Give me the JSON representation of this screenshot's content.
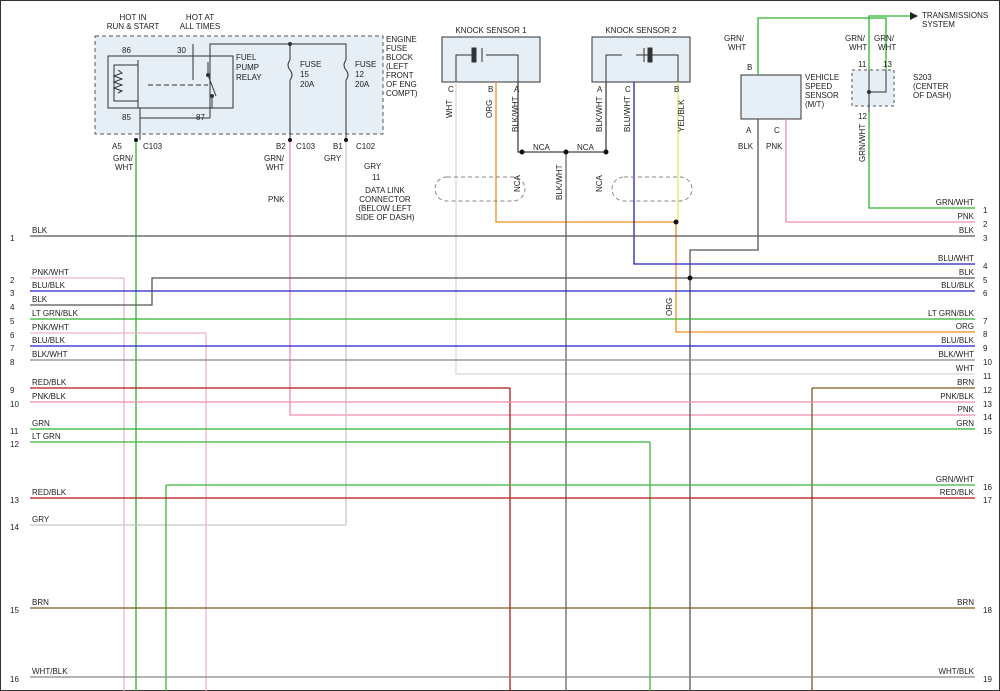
{
  "colors": {
    "black": "#444444",
    "blue": "#2020c8",
    "green": "#2db52d",
    "pink": "#f08cb4",
    "lightpink": "#f4b4c8",
    "red": "#b01818",
    "gray": "#9a9a9a",
    "white": "#c8c8c8",
    "brown": "#7a5a1e",
    "orange": "#f08c1e",
    "yellow": "#e6e65a",
    "gn_wh": "#3cb43c",
    "darkgray": "#666666",
    "fuse_box": "#e6eef6"
  },
  "top": {
    "hot_in_run_start": [
      "HOT IN",
      "RUN & START"
    ],
    "hot_at_all_times": [
      "HOT AT",
      "ALL TIMES"
    ],
    "pin_86": "86",
    "pin_30": "30",
    "pin_85": "85",
    "pin_87": "87",
    "fuel_pump_relay": [
      "FUEL",
      "PUMP",
      "RELAY"
    ],
    "fuse15": [
      "FUSE",
      "15",
      "20A"
    ],
    "fuse12": [
      "FUSE",
      "12",
      "20A"
    ],
    "engine_fuse_block": [
      "ENGINE",
      "FUSE",
      "BLOCK",
      "(LEFT",
      "FRONT",
      "OF ENG",
      "COMPT)"
    ],
    "a5": "A5",
    "c103_a": "C103",
    "b2": "B2",
    "c103_b": "C103",
    "b1": "B1",
    "c102": "C102",
    "grn_wht_a": [
      "GRN/",
      "WHT"
    ],
    "grn_wht_b": [
      "GRN/",
      "WHT"
    ],
    "gry": "GRY",
    "gry2": "GRY",
    "eleven": "11",
    "pnk": "PNK",
    "dlc": [
      "DATA LINK",
      "CONNECTOR",
      "(BELOW LEFT",
      "SIDE OF DASH)"
    ],
    "knock1": "KNOCK SENSOR 1",
    "knock2": "KNOCK SENSOR 2",
    "ks1_pins": [
      "C",
      "B",
      "A"
    ],
    "ks1_wires": [
      "WHT",
      "ORG",
      "BLK/WHT"
    ],
    "ks2_pins": [
      "A",
      "C",
      "B"
    ],
    "ks2_wires": [
      "BLK/WHT",
      "BLU/WHT",
      "YEL/BLK"
    ],
    "nca": "NCA",
    "nca2": "NCA",
    "nca_v1": "NCA",
    "nca_v2": "NCA",
    "blk_wht_v": "BLK/WHT",
    "org_v": "ORG",
    "grn_wht_c": [
      "GRN/",
      "WHT"
    ],
    "b_pin": "B",
    "vss": [
      "VEHICLE",
      "SPEED",
      "SENSOR",
      "(M/T)"
    ],
    "vss_a": "A",
    "vss_c": "C",
    "vss_blk": "BLK",
    "vss_pnk": "PNK",
    "grn_wht_d": [
      "GRN/",
      "WHT"
    ],
    "grn_wht_e": [
      "GRN/",
      "WHT"
    ],
    "s203_11": "11",
    "s203_13": "13",
    "s203_12": "12",
    "s203": [
      "S203",
      "(CENTER",
      "OF DASH)"
    ],
    "grn_wht_v": "GRN/WHT",
    "trans": [
      "TRANSMISSIONS",
      "SYSTEM"
    ]
  },
  "left_rows": [
    {
      "n": "1",
      "label": "BLK"
    },
    {
      "n": "2",
      "label": "PNK/WHT"
    },
    {
      "n": "3",
      "label": "BLU/BLK"
    },
    {
      "n": "4",
      "label": "BLK"
    },
    {
      "n": "5",
      "label": "LT GRN/BLK"
    },
    {
      "n": "6",
      "label": "PNK/WHT"
    },
    {
      "n": "7",
      "label": "BLU/BLK"
    },
    {
      "n": "8",
      "label": "BLK/WHT"
    },
    {
      "n": "9",
      "label": "RED/BLK"
    },
    {
      "n": "10",
      "label": "PNK/BLK"
    },
    {
      "n": "11",
      "label": "GRN"
    },
    {
      "n": "12",
      "label": "LT GRN"
    },
    {
      "n": "13",
      "label": "RED/BLK"
    },
    {
      "n": "14",
      "label": "GRY"
    },
    {
      "n": "15",
      "label": "BRN"
    },
    {
      "n": "16",
      "label": "WHT/BLK"
    }
  ],
  "right_rows": [
    {
      "n": "1",
      "label": "GRN/WHT"
    },
    {
      "n": "2",
      "label": "PNK"
    },
    {
      "n": "3",
      "label": "BLK"
    },
    {
      "n": "4",
      "label": "BLU/WHT"
    },
    {
      "n": "5",
      "label": "BLK"
    },
    {
      "n": "6",
      "label": "BLU/BLK"
    },
    {
      "n": "7",
      "label": "LT GRN/BLK"
    },
    {
      "n": "8",
      "label": "ORG"
    },
    {
      "n": "9",
      "label": "BLU/BLK"
    },
    {
      "n": "10",
      "label": "BLK/WHT"
    },
    {
      "n": "11",
      "label": "WHT"
    },
    {
      "n": "12",
      "label": "BRN"
    },
    {
      "n": "13",
      "label": "PNK/BLK"
    },
    {
      "n": "14",
      "label": "PNK"
    },
    {
      "n": "15",
      "label": "GRN"
    },
    {
      "n": "16",
      "label": "GRN/WHT"
    },
    {
      "n": "17",
      "label": "RED/BLK"
    },
    {
      "n": "18",
      "label": "BRN"
    },
    {
      "n": "19",
      "label": "WHT/BLK"
    }
  ]
}
